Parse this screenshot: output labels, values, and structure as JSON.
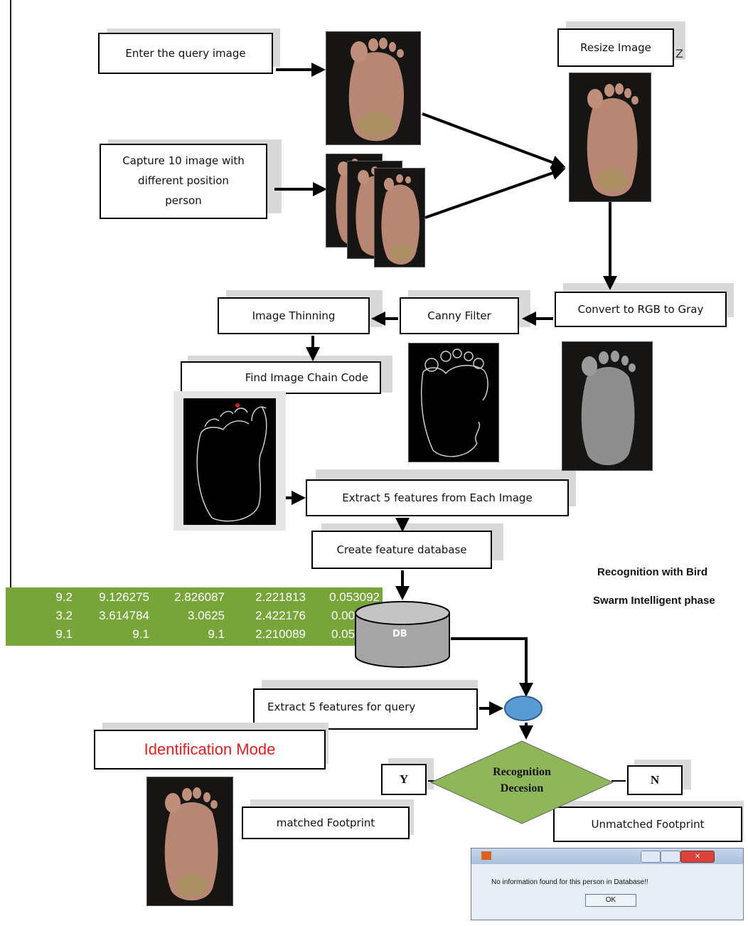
{
  "boxes": {
    "enter_query": "Enter the query image",
    "capture_line1": "Capture 10 image  with",
    "capture_line2": "different position",
    "capture_line3": "person",
    "resize": "Resize Image",
    "convert_gray": "Convert to RGB to Gray",
    "canny": "Canny Filter",
    "thinning": "Image Thinning",
    "chain_code": "Find Image Chain Code",
    "extract_each": "Extract 5 features from Each Image",
    "create_db": "Create feature database",
    "extract_query": "Extract 5 features for query",
    "identification_mode": "Identification Mode",
    "matched": "matched Footprint",
    "unmatched": "Unmatched Footprint",
    "yes": "Y",
    "no": "N",
    "decision_line1": "Recognition",
    "decision_line2": "Decesion",
    "db": "DB",
    "stray_letter": "Z"
  },
  "side_note": {
    "line1": "Recognition with  Bird",
    "line2": "Swarm Intelligent phase"
  },
  "feature_table": [
    [
      "9.2",
      "9.126275",
      "2.826087",
      "2.221813",
      "0.053092"
    ],
    [
      "3.2",
      "3.614784",
      "3.0625",
      "2.422176",
      "0.0056"
    ],
    [
      "9.1",
      "9.1",
      "9.1",
      "2.210089",
      "0.0521"
    ]
  ],
  "dialog": {
    "message": "No information found for this person in Database!!",
    "ok": "OK"
  },
  "colors": {
    "table_bg": "#77a53a",
    "diamond": "#8fb75a",
    "db_cylinder": "#a5a5a5",
    "oval": "#5b9bd5",
    "identification_text": "#e02020"
  }
}
